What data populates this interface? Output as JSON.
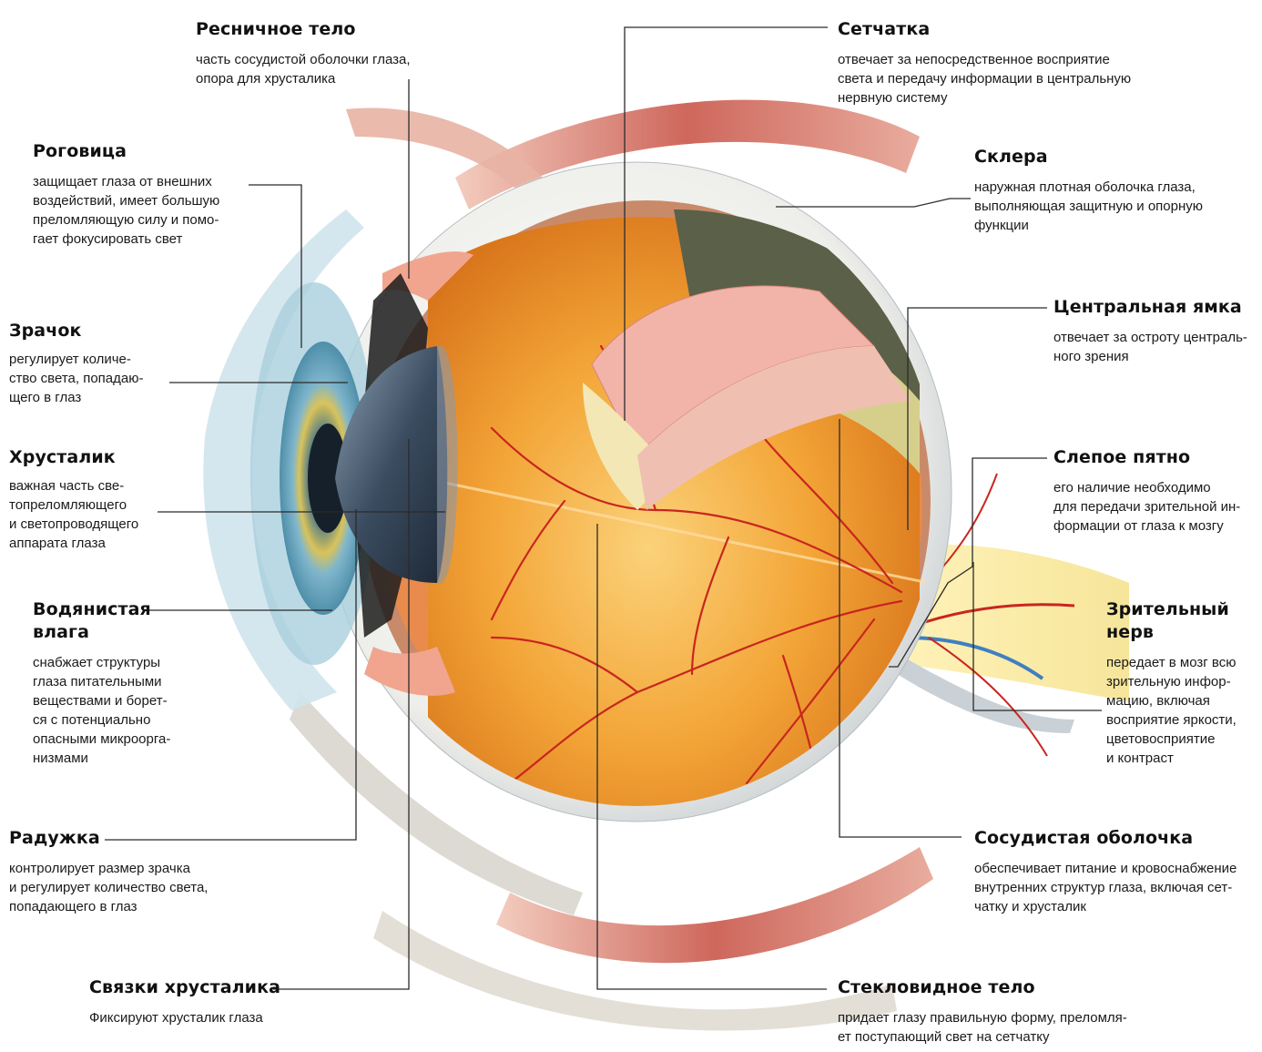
{
  "labels": {
    "ciliary_body": {
      "title": "Ресничное тело",
      "text": "часть сосудистой оболочки глаза,\nопора для хрусталика"
    },
    "retina": {
      "title": "Сетчатка",
      "text": "отвечает за непосредственное восприятие\nсвета и передачу информации в центральную\nнервную систему"
    },
    "cornea": {
      "title": "Роговица",
      "text": "защищает глаза от внешних\nвоздействий, имеет большую\nпреломляющую силу и помо-\nгает фокусировать свет"
    },
    "sclera": {
      "title": "Склера",
      "text": "наружная плотная оболочка глаза,\nвыполняющая защитную и опорную\nфункции"
    },
    "pupil": {
      "title": "Зрачок",
      "text": "регулирует количе-\nство света, попадаю-\nщего в глаз"
    },
    "fovea": {
      "title": "Центральная ямка",
      "text": "отвечает за остроту централь-\nного зрения"
    },
    "lens": {
      "title": "Хрусталик",
      "text": "важная часть све-\nтопреломляющего\nи светопроводящего\nаппарата глаза"
    },
    "blind_spot": {
      "title": "Слепое пятно",
      "text": "его наличие необходимо\nдля передачи зрительной ин-\nформации от глаза к мозгу"
    },
    "aqueous_humor": {
      "title": "Водянистая\nвлага",
      "text": "снабжает структуры\nглаза питательными\nвеществами и борет-\nся с потенциально\nопасными микроорга-\nнизмами"
    },
    "optic_nerve": {
      "title": "Зрительный\nнерв",
      "text": "передает в мозг всю\nзрительную инфор-\nмацию, включая\nвосприятие яркости,\nцветовосприятие\nи контраст"
    },
    "iris": {
      "title": "Радужка",
      "text": "контролирует размер зрачка\nи регулирует количество света,\nпопадающего в глаз"
    },
    "choroid": {
      "title": "Сосудистая оболочка",
      "text": "обеспечивает питание и кровоснабжение\nвнутренних структур глаза, включая сет-\nчатку и хрусталик"
    },
    "zonules": {
      "title": "Связки хрусталика",
      "text": "Фиксируют хрусталик глаза"
    },
    "vitreous": {
      "title": "Стекловидное тело",
      "text": "придает глазу правильную форму, преломля-\nет поступающий свет на сетчатку"
    }
  },
  "colors": {
    "leader_line": "#2b2b2b",
    "sclera": "#ecebe6",
    "vitreous": "#f2a233",
    "vessel": "#c8261f",
    "iris": "#6fa9c4",
    "lens": "#3f4f64",
    "muscle": "#c8574a"
  }
}
